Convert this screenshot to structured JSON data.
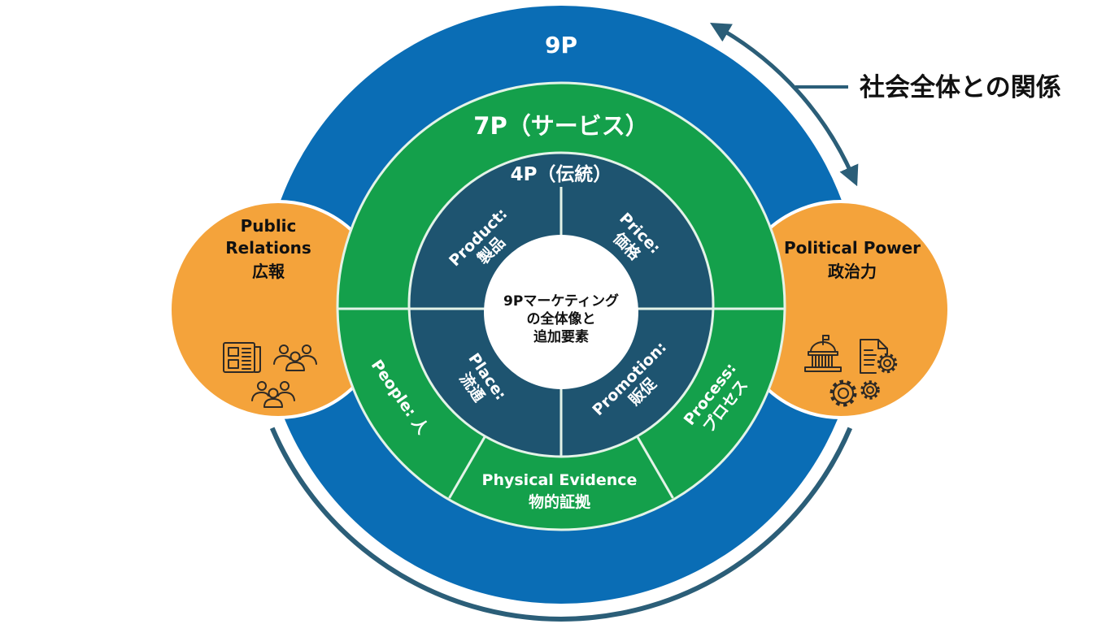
{
  "colors": {
    "outer_ring": "#0A6DB5",
    "middle_ring": "#14A04B",
    "inner_ring": "#1E5470",
    "extra_circles": "#F4A33B",
    "arc": "#2B5E78",
    "center": "#FFFFFF"
  },
  "diagram": {
    "outer_ring": {
      "label": "9P"
    },
    "middle_ring": {
      "label": "7P（サービス）"
    },
    "inner_ring": {
      "label": "4P（伝統）"
    },
    "center": {
      "lines": [
        "9Pマーケティング",
        "の全体像と",
        "追加要素"
      ]
    },
    "four_p": [
      {
        "en": "Product:",
        "ja": "製品"
      },
      {
        "en": "Price:",
        "ja": "価格"
      },
      {
        "en": "Place:",
        "ja": "流通"
      },
      {
        "en": "Promotion:",
        "ja": "販促"
      }
    ],
    "service_p": [
      {
        "en": "People: 人"
      },
      {
        "en": "Physical Evidence",
        "ja": "物的証拠"
      },
      {
        "en": "Process:",
        "ja": "プロセス"
      }
    ],
    "extra_p": [
      {
        "lines": [
          "Public",
          "Relations"
        ],
        "ja": "広報",
        "icons": [
          "newspaper-icon",
          "people-group-icon",
          "people-group-icon"
        ]
      },
      {
        "lines": [
          "Political Power"
        ],
        "ja": "政治力",
        "icons": [
          "capitol-building-icon",
          "document-gear-icon",
          "gears-icon"
        ]
      }
    ]
  },
  "annotation": {
    "label": "社会全体との関係",
    "icon": "double-headed-arc-arrow"
  }
}
